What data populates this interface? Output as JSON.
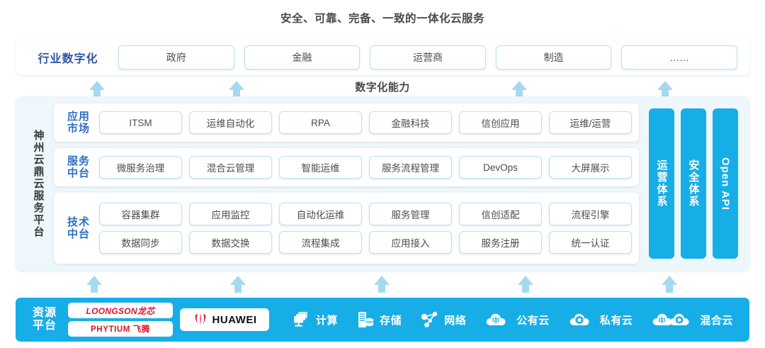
{
  "title": "安全、可靠、完备、一致的一体化云服务",
  "capability_label": "数字化能力",
  "industry": {
    "label": "行业数字化",
    "items": [
      "政府",
      "金融",
      "运营商",
      "制造",
      "……"
    ]
  },
  "platform": {
    "name": "神州云鼎云服务平台",
    "tiers": [
      {
        "label_line1": "应用",
        "label_line2": "市场",
        "rows": [
          [
            "ITSM",
            "运维自动化",
            "RPA",
            "金融科技",
            "信创应用",
            "运维/运营"
          ]
        ]
      },
      {
        "label_line1": "服务",
        "label_line2": "中台",
        "rows": [
          [
            "微服务治理",
            "混合云管理",
            "智能运维",
            "服务流程管理",
            "DevOps",
            "大屏展示"
          ]
        ]
      },
      {
        "label_line1": "技术",
        "label_line2": "中台",
        "rows": [
          [
            "容器集群",
            "应用监控",
            "自动化运维",
            "服务管理",
            "信创适配",
            "流程引擎"
          ],
          [
            "数据同步",
            "数据交换",
            "流程集成",
            "应用接入",
            "服务注册",
            "统一认证"
          ]
        ]
      }
    ],
    "vertical_bars": [
      {
        "text": "运营体系",
        "orientation": "upright"
      },
      {
        "text": "安全体系",
        "orientation": "upright"
      },
      {
        "text": "Open API",
        "orientation": "sideways"
      }
    ]
  },
  "resource": {
    "label_line1": "资源",
    "label_line2": "平台",
    "logos": [
      "LOONGSON龙芯",
      "PHYTIUM 飞腾"
    ],
    "huawei_label": "HUAWEI",
    "items": [
      {
        "label": "计算",
        "icon": "compute-icon"
      },
      {
        "label": "存储",
        "icon": "storage-icon"
      },
      {
        "label": "网络",
        "icon": "network-icon"
      },
      {
        "label": "公有云",
        "icon": "public-cloud-icon"
      },
      {
        "label": "私有云",
        "icon": "private-cloud-icon"
      },
      {
        "label": "混合云",
        "icon": "hybrid-cloud-icon"
      }
    ]
  },
  "colors": {
    "brand_blue": "#17aee8",
    "arrow_blue": "#a8d8f0",
    "label_blue": "#2f6fc4",
    "industry_label_blue": "#2f55a4",
    "panel_bg": "#eef7fb",
    "logo_red": "#d7152a"
  }
}
